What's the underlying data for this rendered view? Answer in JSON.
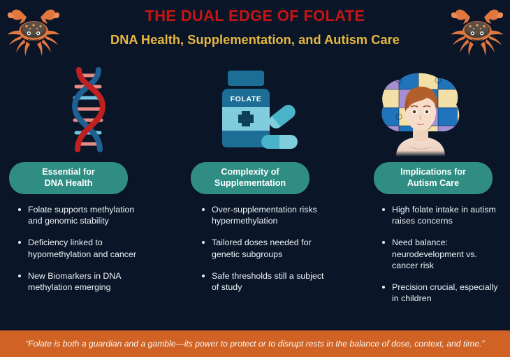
{
  "header": {
    "title": "THE DUAL EDGE OF FOLATE",
    "subtitle": "DNA Health, Supplementation, and Autism Care",
    "title_color": "#c91414",
    "subtitle_color": "#e9b83f",
    "left_icon": "crab-icon",
    "right_icon": "crab-icon"
  },
  "background_color": "#0a1628",
  "columns": [
    {
      "icon": "dna-helix-icon",
      "heading": "Essential for\nDNA Health",
      "heading_line1": "Essential for",
      "heading_line2": "DNA Health",
      "heading_color": "#2f8d83",
      "bullets": [
        "Folate supports methylation and genomic stability",
        "Deficiency linked to hypomethylation and cancer",
        "New Biomarkers in DNA methylation emerging"
      ]
    },
    {
      "icon": "folate-supplement-bottle-icon",
      "icon_label": "FOLATE",
      "heading_line1": "Complexity of",
      "heading_line2": "Supplementation",
      "heading_color": "#2f8d83",
      "bullets": [
        "Over-supplementation risks hypermethylation",
        "Tailored doses needed for genetic subgroups",
        "Safe thresholds still a subject of study"
      ]
    },
    {
      "icon": "autism-puzzle-brain-icon",
      "heading_line1": "Implications for",
      "heading_line2": "Autism Care",
      "heading_color": "#2f8d83",
      "bullets": [
        "High folate intake in autism raises concerns",
        "Need balance: neurodevelopment vs. cancer risk",
        "Precision crucial, especially in children"
      ]
    }
  ],
  "footer": {
    "quote": "“Folate is both a guardian and a gamble—its power to protect or to disrupt rests in the balance of dose, context, and time.”",
    "background_color": "#cf6224",
    "text_color": "#fdf6ef"
  }
}
